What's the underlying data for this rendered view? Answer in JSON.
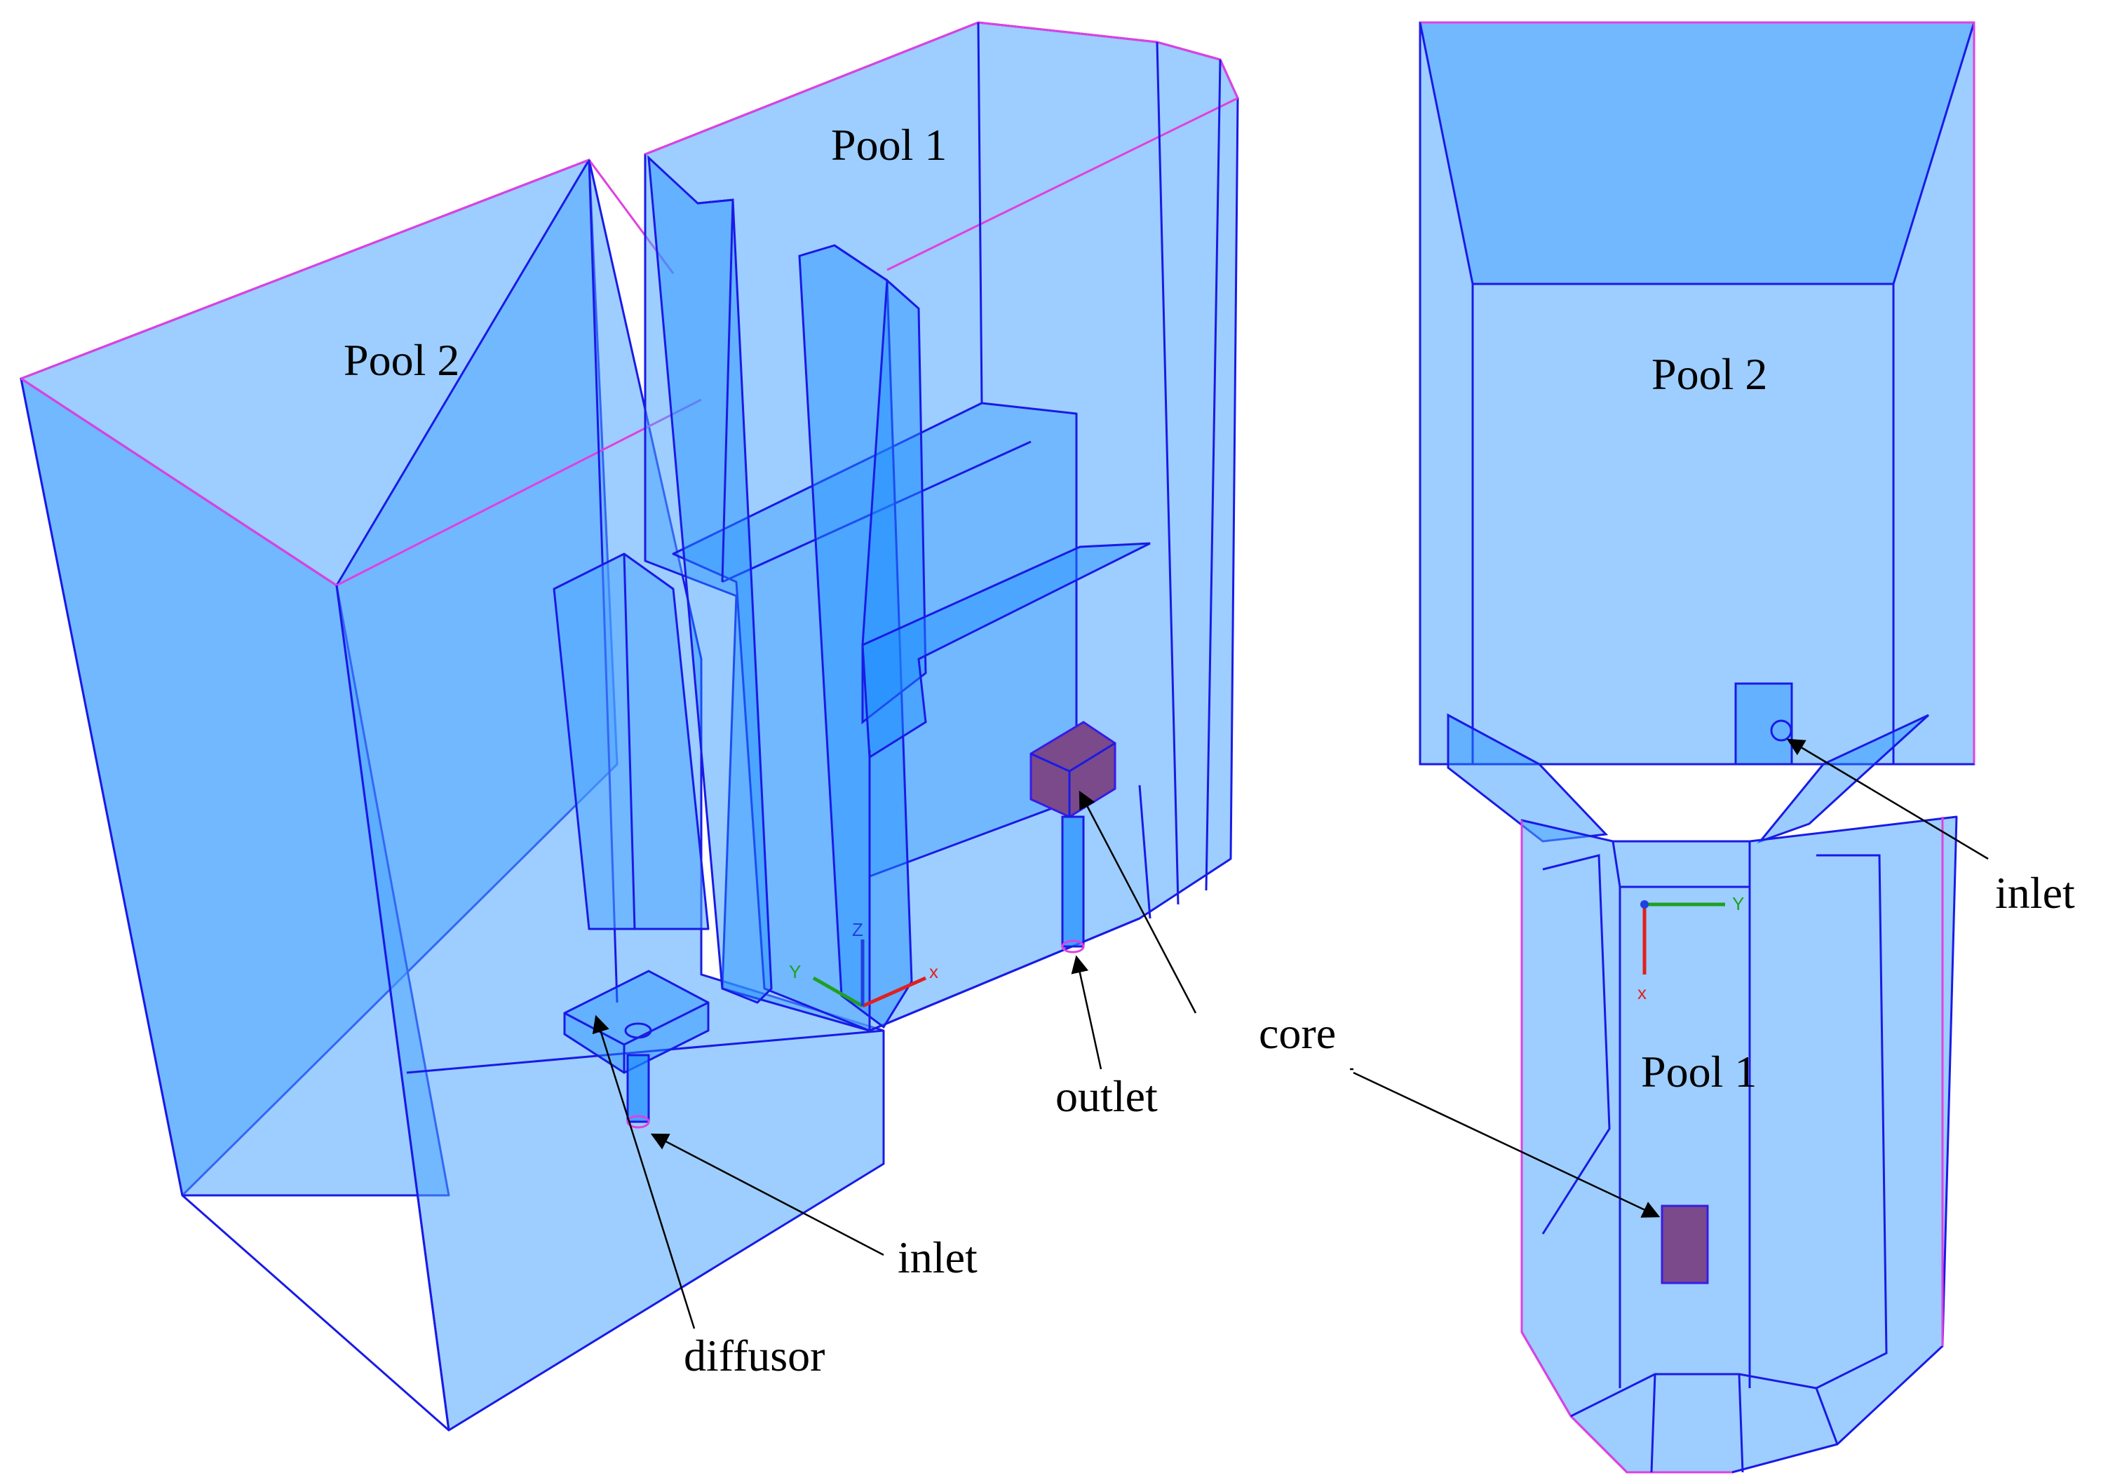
{
  "colors": {
    "volume_fill": "#4da6ff",
    "edge": "#1a1ae6",
    "top_rim": "#e040e0",
    "core": "#7a4a8a",
    "axis_x": "#e02020",
    "axis_y": "#20a020",
    "axis_z": "#2040e0"
  },
  "left_view": {
    "pool1_label": "Pool 1",
    "pool2_label": "Pool 2",
    "core_label": "core",
    "outlet_label": "outlet",
    "inlet_label": "inlet",
    "diffusor_label": "diffusor",
    "axis_labels": {
      "x": "x",
      "y": "Y",
      "z": "Z"
    }
  },
  "right_view": {
    "pool1_label": "Pool 1",
    "pool2_label": "Pool 2",
    "inlet_label": "inlet",
    "axis_labels": {
      "x": "x",
      "y": "Y"
    }
  },
  "icons": [
    "axis-triad-icon",
    "arrow-icon"
  ]
}
